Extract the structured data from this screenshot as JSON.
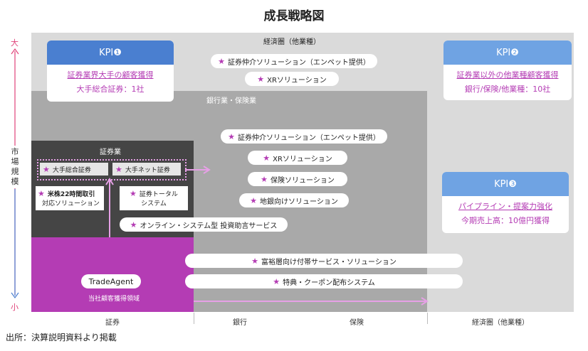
{
  "title": "成長戦略図",
  "axis": {
    "top": "大",
    "bottom": "小",
    "label": [
      "市",
      "場",
      "規",
      "模"
    ]
  },
  "zones": {
    "keizai": "経済圏（他業種）",
    "ginko_hoken": "銀行業・保険業",
    "shoken": "証券業",
    "own_sub": "当社顧客獲得領域"
  },
  "kpi1": {
    "head": "KPI❶",
    "line1": "証券業界大手の顧客獲得",
    "line2": "大手総合証券：1社"
  },
  "kpi2": {
    "head": "KPI❷",
    "line1": "証券業以外の他業種顧客獲得",
    "line2": "銀行/保険/他業種：10社"
  },
  "kpi3": {
    "head": "KPI❸",
    "line1": "パイプライン・提案力強化",
    "line2": "今期売上高：10億円獲得"
  },
  "pills": {
    "p1": "証券仲介ソリューション（エンペット提供）",
    "p2": "XRソリューション",
    "p3": "証券仲介ソリューション（エンペット提供）",
    "p4": "XRソリューション",
    "p5": "保険ソリューション",
    "p6": "地銀向けソリューション",
    "p7": "オンライン・システム型 投資助言サービス",
    "p8": "富裕層向け付帯サービス・ソリューション",
    "p9": "特典・クーポン配布システム",
    "trade_agent": "TradeAgent"
  },
  "shoken_boxes": {
    "b1": "大手総合証券",
    "b2": "大手ネット証券",
    "b3_l1": "米株22時間取引",
    "b3_l2": "対応ソリューション",
    "b4_l1": "証券トータル",
    "b4_l2": "システム"
  },
  "bottom_axis": [
    "証券",
    "銀行",
    "保険",
    "経済圏（他業種）"
  ],
  "source": "出所：決算説明資料より掲載",
  "star": "★",
  "colors": {
    "light_gray": "#dadada",
    "mid_gray": "#a9a9a9",
    "dark_gray": "#454545",
    "magenta": "#b43cb4",
    "blue": "#4a7fd0",
    "light_blue": "#6fa3e3",
    "pink": "#e0447a"
  }
}
